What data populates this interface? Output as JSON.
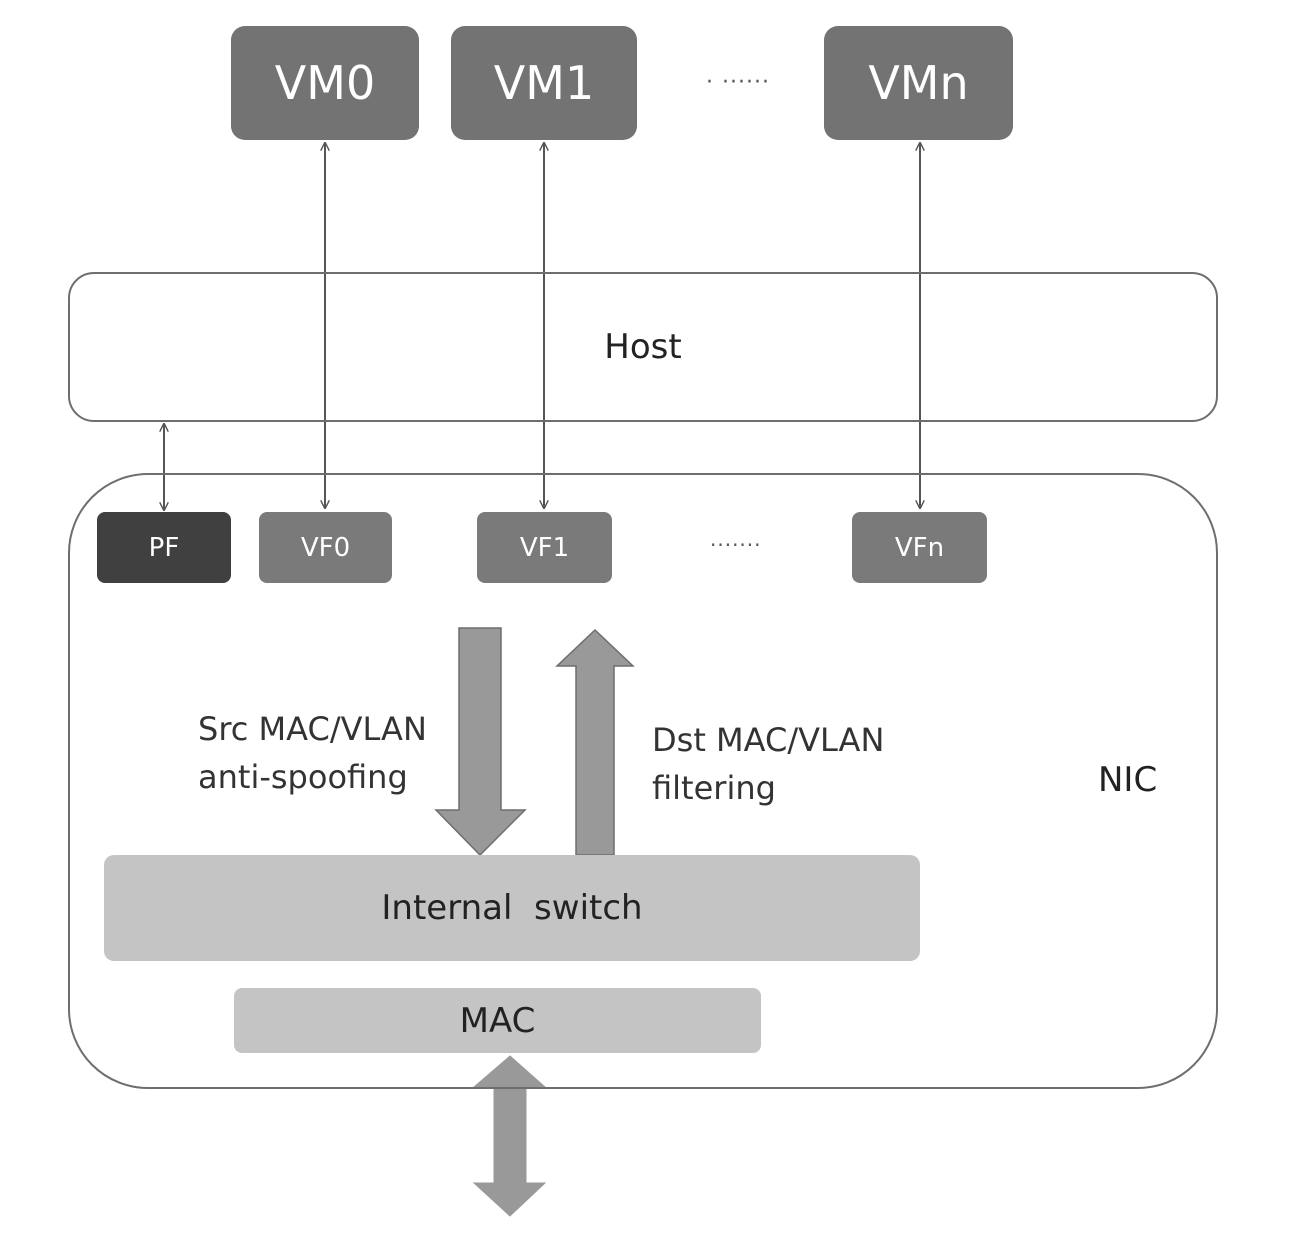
{
  "vms": [
    "VM0",
    "VM1",
    "VMn"
  ],
  "vm_ellipsis": "· ······",
  "host": {
    "label": "Host"
  },
  "nic": {
    "label": "NIC"
  },
  "functions": {
    "pf": "PF",
    "vfs": [
      "VF0",
      "VF1",
      "VFn"
    ],
    "ellipsis": "·······"
  },
  "flows": {
    "tx_label_line1": "Src MAC/VLAN",
    "tx_label_line2": "anti-spoofing",
    "rx_label_line1": "Dst MAC/VLAN",
    "rx_label_line2": "filtering"
  },
  "internal_switch": {
    "label": "Internal  switch"
  },
  "mac": {
    "label": "MAC"
  },
  "colors": {
    "vm_fill": "#737373",
    "vf_fill": "#7a7a7a",
    "pf_fill": "#404040",
    "switch_fill": "#c4c4c4",
    "arrow_fill": "#999999",
    "line": "#6e6e6e"
  }
}
